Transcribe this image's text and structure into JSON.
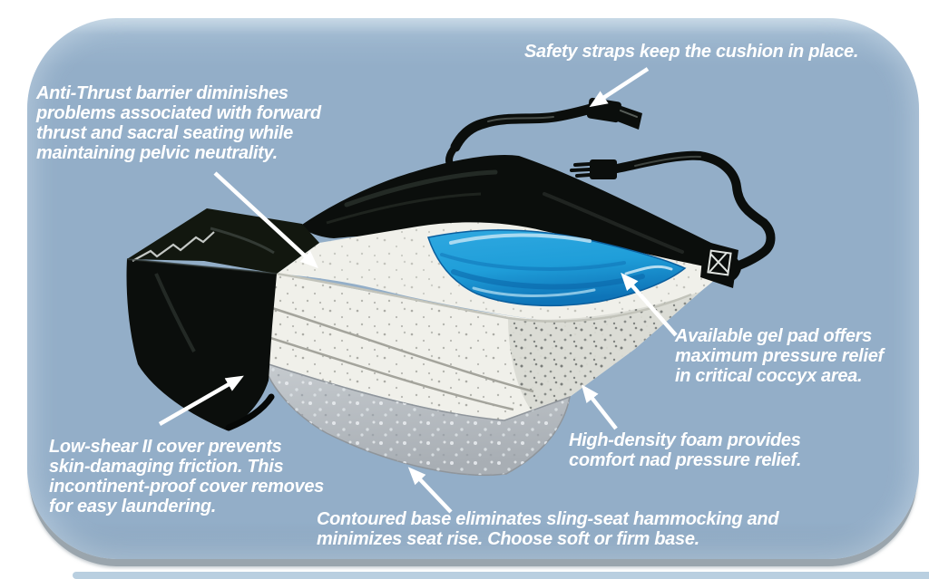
{
  "colors": {
    "page-bg": "#ffffff",
    "card-bg": "#93aec8",
    "shadow-band": "#9aa5ad",
    "bottom-strip": "#b9cfe0",
    "text-color": "#ffffff",
    "gel-blue": "#1f9ed9",
    "cover-black": "#0b0e0c",
    "foam-white": "#f0f0ea",
    "base-gray": "#b7bdc3"
  },
  "annotations": {
    "safety_straps": {
      "text": "Safety straps keep the cushion in place."
    },
    "anti_thrust": {
      "text": "Anti-Thrust barrier diminishes\nproblems associated with forward\nthrust and sacral seating while\nmaintaining pelvic neutrality."
    },
    "gel_pad": {
      "text": "Available gel pad offers\nmaximum pressure relief\nin critical coccyx area."
    },
    "low_shear": {
      "text": "Low-shear II cover prevents\nskin-damaging friction. This\nincontinent-proof cover removes\nfor easy laundering."
    },
    "high_density": {
      "text": "High-density foam provides\ncomfort nad pressure relief."
    },
    "contoured_base": {
      "text": "Contoured base eliminates sling-seat hammocking and\nminimizes seat rise. Choose soft or firm base."
    }
  }
}
